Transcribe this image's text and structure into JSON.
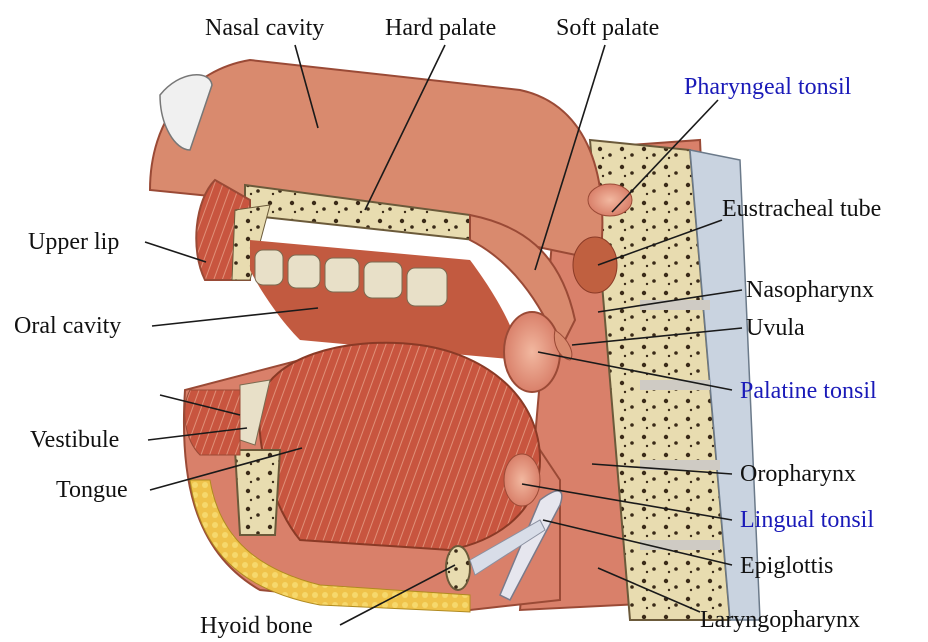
{
  "labels": {
    "nasal_cavity": "Nasal cavity",
    "hard_palate": "Hard palate",
    "soft_palate": "Soft palate",
    "pharyngeal_tonsil": "Pharyngeal tonsil",
    "eustracheal_tube": "Eustracheal tube",
    "upper_lip": "Upper lip",
    "nasopharynx": "Nasopharynx",
    "oral_cavity": "Oral cavity",
    "uvula": "Uvula",
    "palatine_tonsil": "Palatine tonsil",
    "vestibule": "Vestibule",
    "oropharynx": "Oropharynx",
    "tongue": "Tongue",
    "lingual_tonsil": "Lingual tonsil",
    "epiglottis": "Epiglottis",
    "hyoid_bone": "Hyoid bone",
    "laryngopharynx": "Laryngopharynx"
  },
  "colors": {
    "label_text": "#111111",
    "highlight_text": "#1a1ab8",
    "leader_line": "#1a1a1a",
    "tissue": "#d9806a",
    "muscle": "#c8553f",
    "bone": "#e8dcb0",
    "fat": "#efc24a"
  }
}
